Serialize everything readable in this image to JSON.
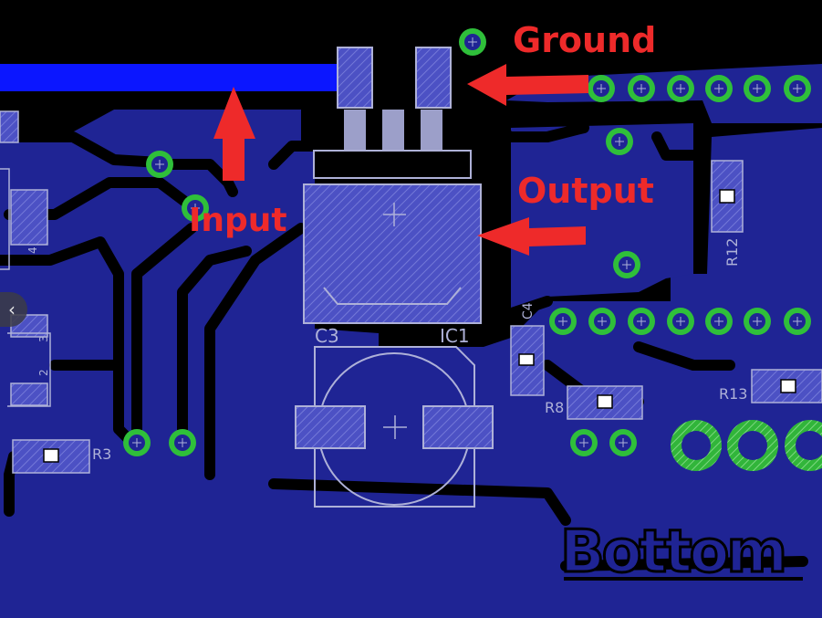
{
  "annotations": {
    "ground": "Ground",
    "input": "Input",
    "output": "Output"
  },
  "silkscreen": {
    "layer_label": "Bottom",
    "c3": "C3",
    "ic1": "IC1",
    "c4": "C4",
    "r8": "R8",
    "r12": "R12",
    "r13": "R13",
    "r3": "R3",
    "pad_3": "3",
    "pad_2": "2",
    "pad_4": "4"
  },
  "colors": {
    "copper_pour": "#1f2494",
    "isolation": "#000000",
    "trace_highlight": "#0b16ff",
    "pad": "#5459c6",
    "via_ring": "#2fbf3a",
    "annotation": "#ee2a2a",
    "silkscreen": "#aeb1d8"
  },
  "icons": {
    "nav": "chevron-left-icon"
  }
}
